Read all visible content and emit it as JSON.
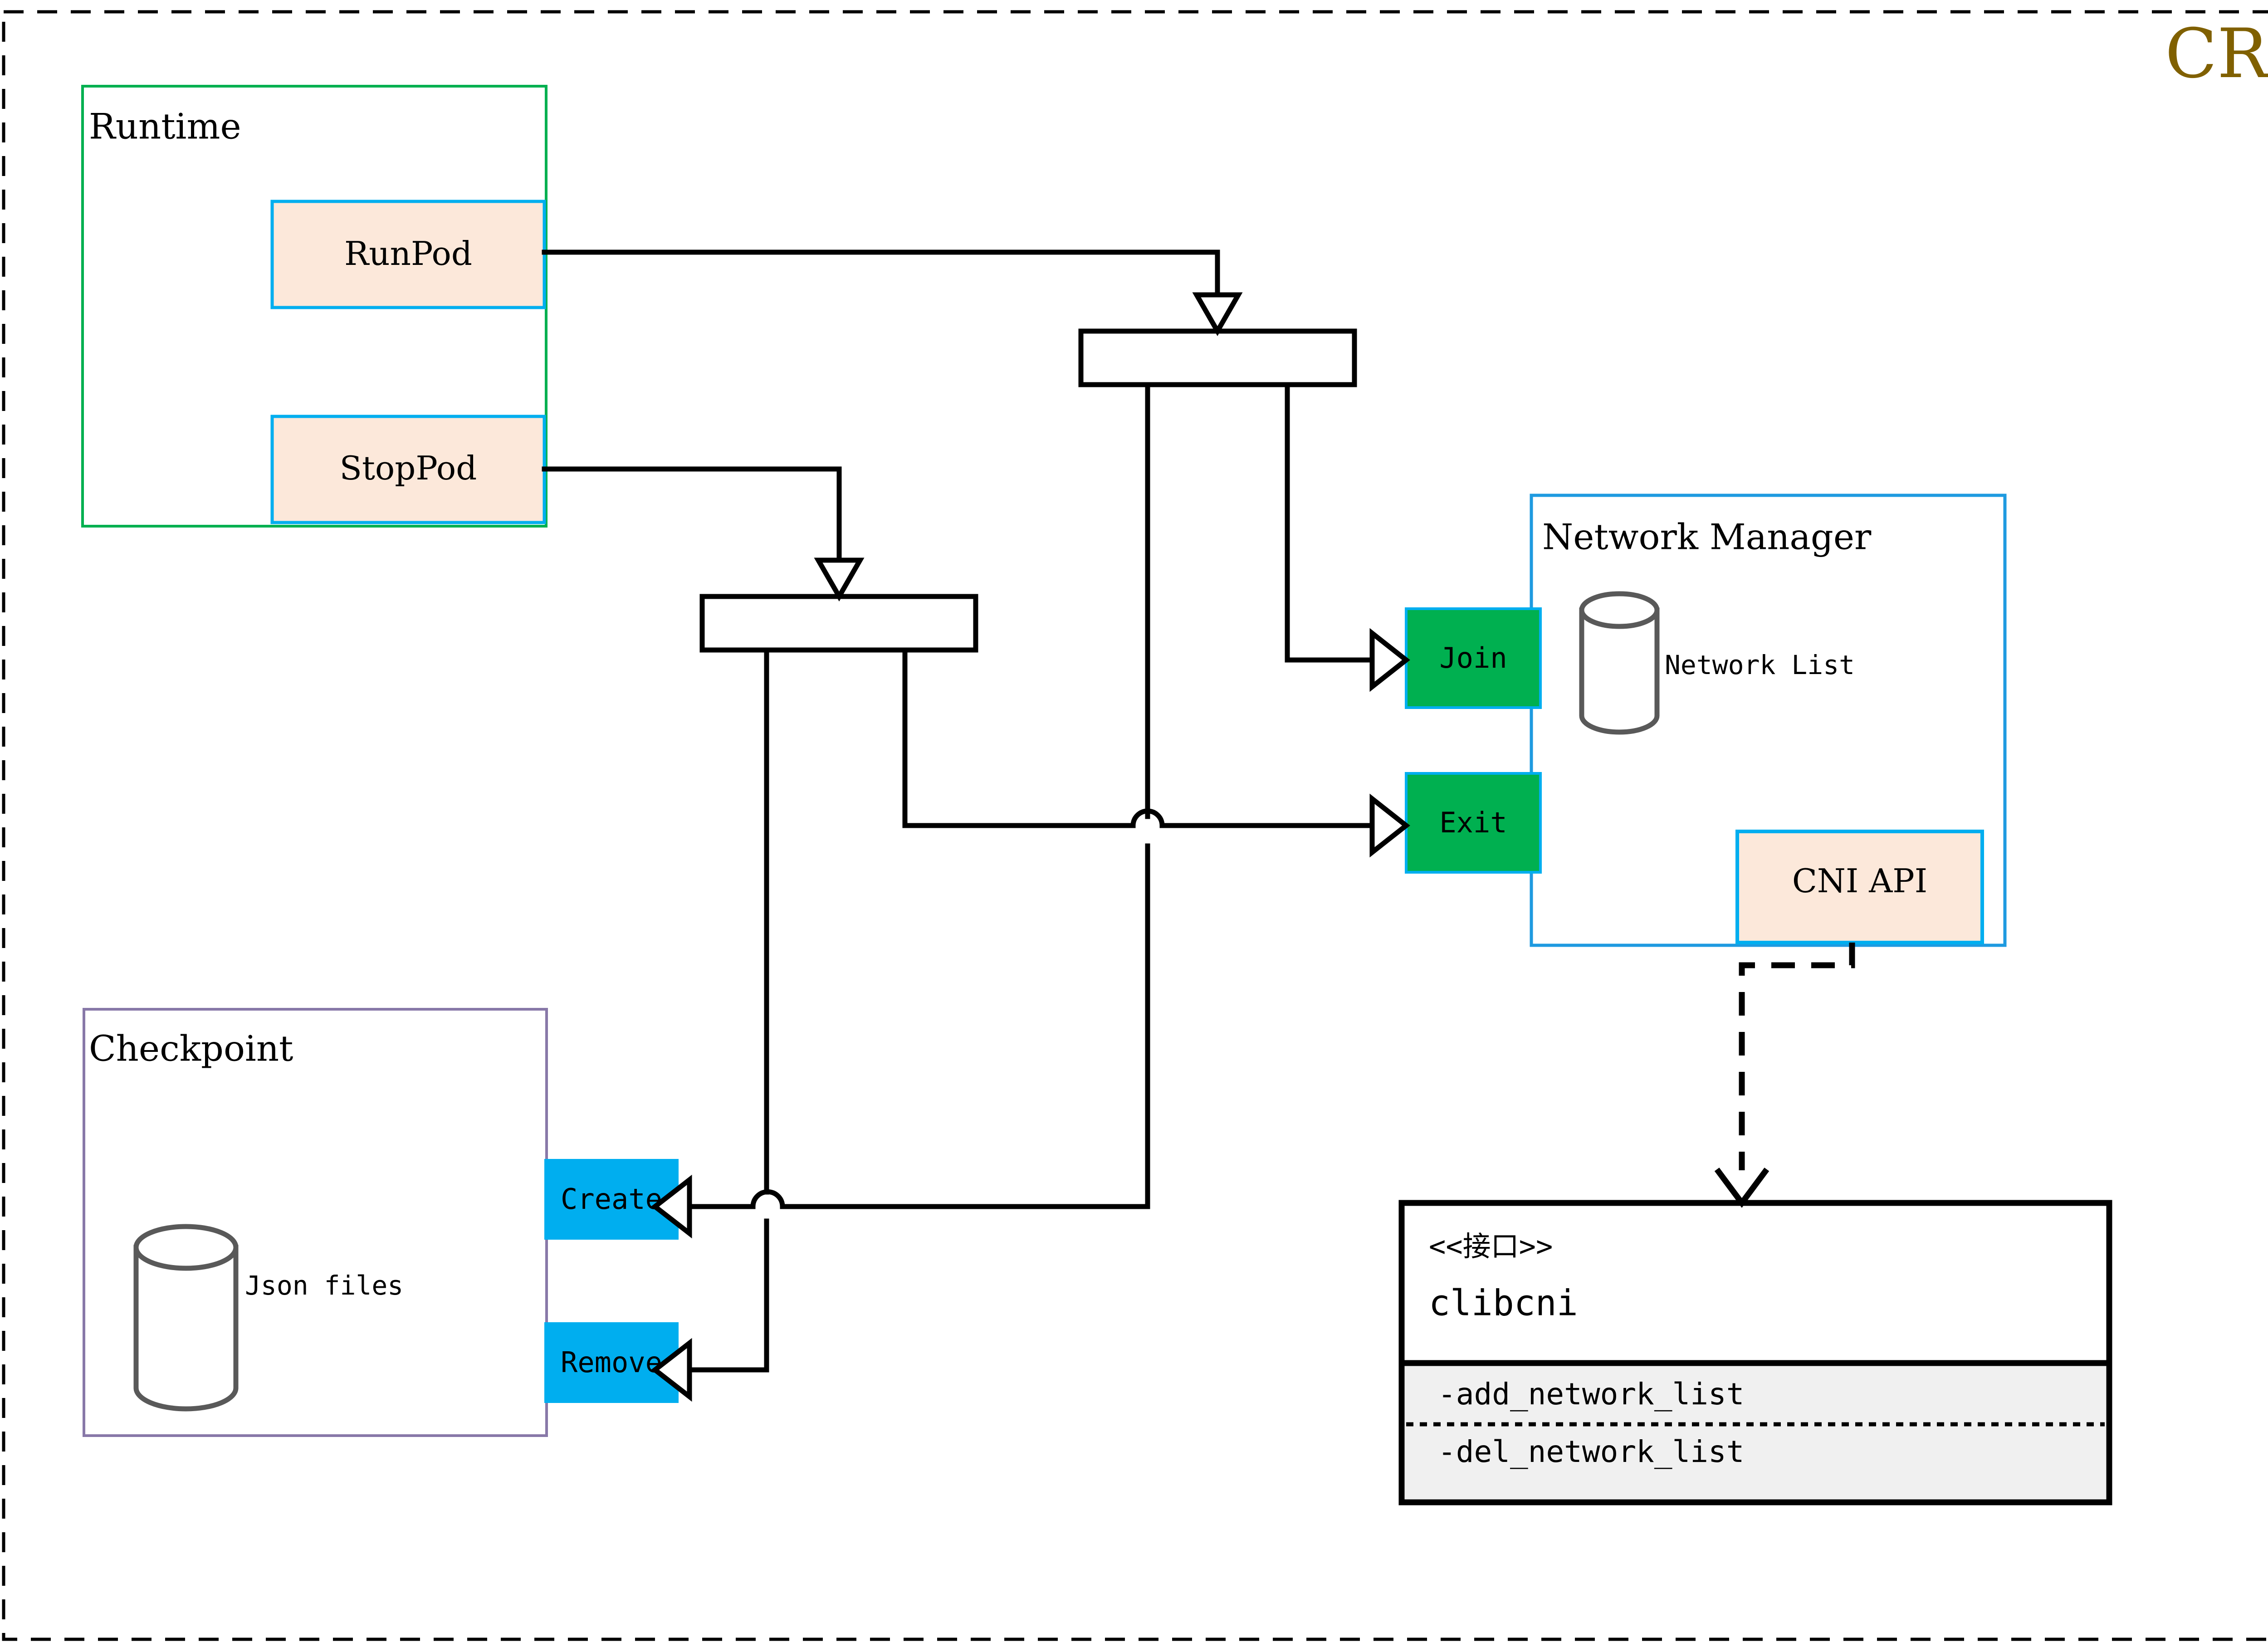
{
  "page": {
    "title": "CRI",
    "title_color": "#806000",
    "background": "#ffffff",
    "outer_border_style": "dashed",
    "outer_border_color": "#000000"
  },
  "palette": {
    "runtime_border": "#00b050",
    "checkpoint_border": "#8878a8",
    "network_manager_border": "#1e9ae0",
    "pod_box_fill": "#fce8da",
    "pod_box_border": "#00aeef",
    "action_green_fill": "#00b050",
    "action_cyan_fill": "#00aeef",
    "cylinder_stroke": "#595959",
    "interface_method_bg": "#f0f0f0",
    "connector_color": "#000000"
  },
  "groups": {
    "runtime": {
      "label": "Runtime",
      "children": [
        {
          "label": "RunPod",
          "name": "runpod"
        },
        {
          "label": "StopPod",
          "name": "stoppod"
        }
      ]
    },
    "checkpoint": {
      "label": "Checkpoint",
      "storage_label": "Json files",
      "storage_icon": "cylinder-database-icon",
      "actions": [
        {
          "label": "Create",
          "name": "create"
        },
        {
          "label": "Remove",
          "name": "remove"
        }
      ]
    },
    "network_manager": {
      "label": "Network Manager",
      "storage_label": "Network List",
      "storage_icon": "cylinder-database-icon",
      "api_label": "CNI API",
      "ports": [
        {
          "label": "Join",
          "name": "join"
        },
        {
          "label": "Exit",
          "name": "exit"
        }
      ]
    }
  },
  "interface_box": {
    "stereotype": "<<接口>>",
    "name": "clibcni",
    "methods": [
      "-add_network_list",
      "-del_network_list"
    ]
  },
  "fork_nodes": [
    {
      "name": "fork-node-runpod"
    },
    {
      "name": "fork-node-stoppod"
    }
  ],
  "connectors": [
    {
      "from": "RunPod",
      "to": "fork-node-runpod",
      "style": "solid",
      "arrow": "hollow-triangle"
    },
    {
      "from": "StopPod",
      "to": "fork-node-stoppod",
      "style": "solid",
      "arrow": "hollow-triangle"
    },
    {
      "from": "fork-node-runpod",
      "to": "Join",
      "style": "solid",
      "arrow": "hollow-triangle"
    },
    {
      "from": "fork-node-runpod",
      "to": "Create",
      "style": "solid",
      "arrow": "hollow-triangle"
    },
    {
      "from": "fork-node-stoppod",
      "to": "Exit",
      "style": "solid",
      "arrow": "hollow-triangle"
    },
    {
      "from": "fork-node-stoppod",
      "to": "Remove",
      "style": "solid",
      "arrow": "hollow-triangle"
    },
    {
      "from": "CNI API",
      "to": "clibcni",
      "style": "dashed",
      "arrow": "open-v"
    }
  ]
}
